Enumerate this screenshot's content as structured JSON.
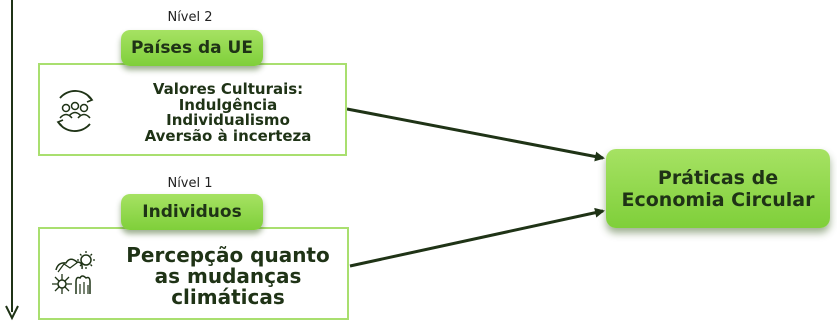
{
  "level2": {
    "label": "Nível 2",
    "tag": "Países da UE",
    "lines": [
      "Valores Culturais:",
      "Indulgência",
      "Individualismo",
      "Aversão à incerteza"
    ],
    "icon": "group-cycle-icon"
  },
  "level1": {
    "label": "Nível 1",
    "tag": "Individuos",
    "lines": [
      "Percepção quanto",
      "as mudanças",
      "climáticas"
    ],
    "icon": "climate-weather-icon"
  },
  "outcome": {
    "lines": [
      "Práticas de",
      "Economia Circular"
    ]
  },
  "colors": {
    "accent": "#8bd447",
    "border": "#a9df6f",
    "text": "#1f3316",
    "arrow": "#1f3316"
  }
}
